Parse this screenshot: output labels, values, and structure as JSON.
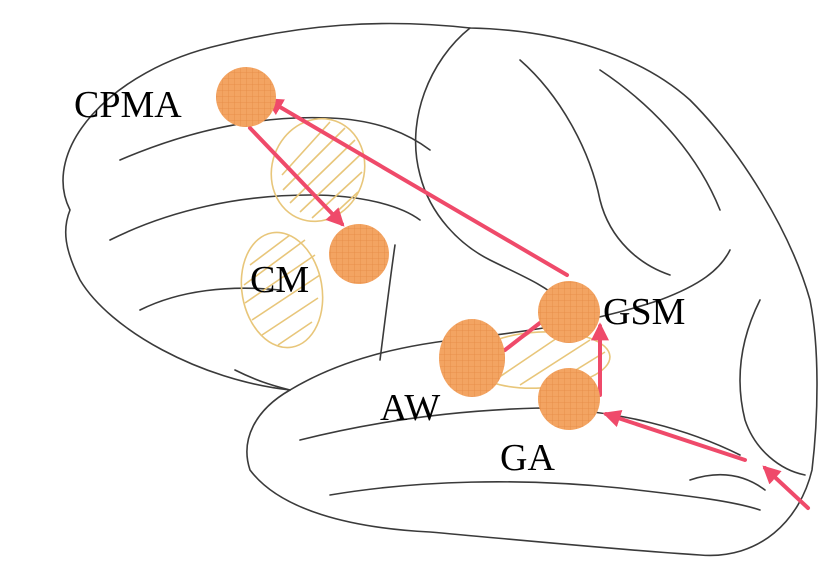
{
  "diagram": {
    "colors": {
      "node_fill": "#f3a462",
      "node_grid": "#e58a45",
      "arrow": "#ef4a6a",
      "hatch": "#e8c67a",
      "outline": "#3a3a3a"
    },
    "nodes": [
      {
        "id": "CPMA",
        "label": "CPMA"
      },
      {
        "id": "CM",
        "label": "CM"
      },
      {
        "id": "GSM",
        "label": "GSM"
      },
      {
        "id": "AW",
        "label": "AW"
      },
      {
        "id": "GA",
        "label": "GA"
      }
    ],
    "edges": [
      {
        "from": "CPMA",
        "to": "CM"
      },
      {
        "from": "GSM",
        "to": "CPMA"
      },
      {
        "from": "AW",
        "to": "GSM"
      },
      {
        "from": "GA",
        "to": "GSM"
      },
      {
        "from": "input",
        "to": "GA"
      }
    ]
  }
}
